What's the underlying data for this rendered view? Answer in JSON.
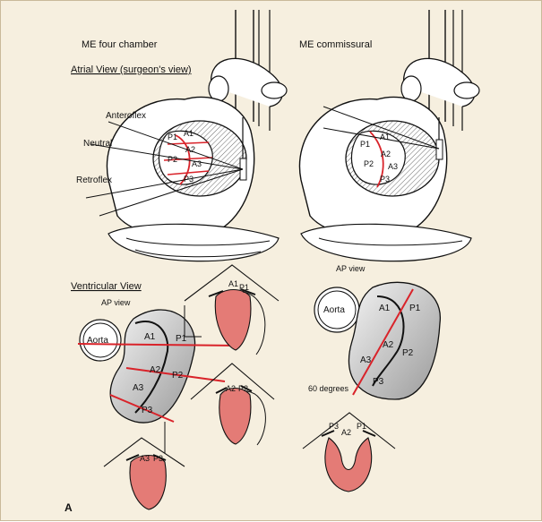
{
  "top_left": {
    "title": "ME four chamber",
    "heading": "Atrial View (surgeon's view)",
    "planes": [
      "Anteroflex",
      "Neutral",
      "Retroflex"
    ],
    "segments": [
      "P1",
      "A1",
      "A2",
      "P2",
      "A3",
      "P3"
    ]
  },
  "top_right": {
    "title": "ME commissural",
    "segments": [
      "A1",
      "P1",
      "A2",
      "P2",
      "A3",
      "P3"
    ]
  },
  "bottom_left": {
    "heading": "Ventricular View",
    "ap_label": "AP view",
    "aorta": "Aorta",
    "segments": [
      "A1",
      "P1",
      "A2",
      "P2",
      "A3",
      "P3"
    ],
    "insets": [
      {
        "left": "A1",
        "right": "P1"
      },
      {
        "left": "A2",
        "right": "P2"
      },
      {
        "left": "A3",
        "right": "P3"
      }
    ]
  },
  "bottom_right": {
    "ap_label": "AP view",
    "aorta": "Aorta",
    "segments": [
      "A1",
      "P1",
      "A2",
      "P2",
      "A3",
      "P3"
    ],
    "angle": "60 degrees",
    "inset": {
      "left": "P3",
      "middle": "A2",
      "right": "P1"
    }
  },
  "panel_letter": "A",
  "colors": {
    "red": "#d9232a",
    "muscle": "#e47b76",
    "valve": "#c9c9c9",
    "ink": "#111111"
  }
}
